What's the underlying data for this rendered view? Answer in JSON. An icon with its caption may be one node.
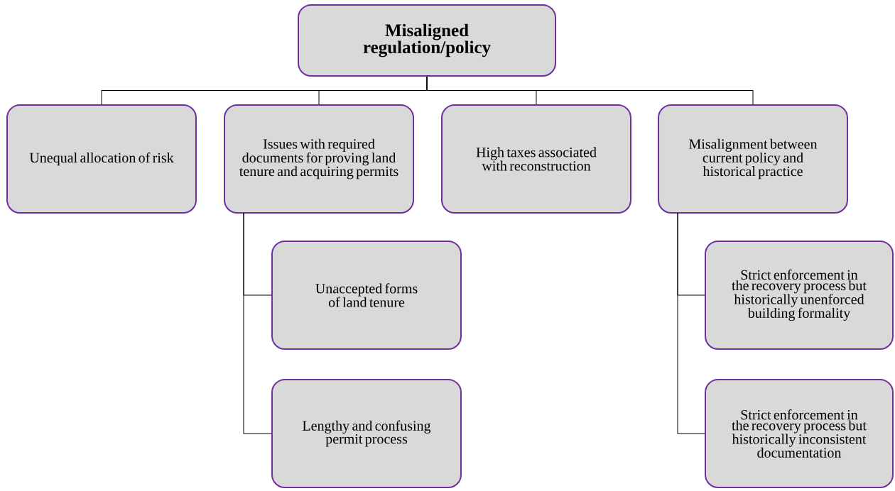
{
  "diagram": {
    "nodes": [
      {
        "text": [
          "Misaligned regulation/policy"
        ]
      },
      {
        "text": [
          "Unequal allocation of risk"
        ]
      },
      {
        "text": [
          "Issues with required documents for proving land tenure and acquiring permits"
        ]
      },
      {
        "text": [
          "High taxes associated with reconstruction"
        ]
      },
      {
        "text": [
          "Misalignment between current policy and historical practice"
        ]
      },
      {
        "text": [
          "Unaccepted forms of land tenure"
        ]
      },
      {
        "text": [
          "Lengthy and confusing permit process"
        ]
      },
      {
        "text": [
          "Strict enforcement in the recovery process but historically unenforced building formality"
        ]
      },
      {
        "text": [
          "Strict enforcement in the recovery process but historically inconsistent documentation"
        ]
      }
    ],
    "edges": [
      {
        "from": 0,
        "to": 1,
        "arrow": "none"
      },
      {
        "from": 0,
        "to": 2,
        "arrow": "none"
      },
      {
        "from": 0,
        "to": 3,
        "arrow": "none"
      },
      {
        "from": 0,
        "to": 4,
        "arrow": "none"
      },
      {
        "from": 2,
        "to": 5,
        "arrow": "none"
      },
      {
        "from": 2,
        "to": 6,
        "arrow": "none"
      },
      {
        "from": 4,
        "to": 7,
        "arrow": "none"
      },
      {
        "from": 4,
        "to": 8,
        "arrow": "none"
      }
    ]
  }
}
